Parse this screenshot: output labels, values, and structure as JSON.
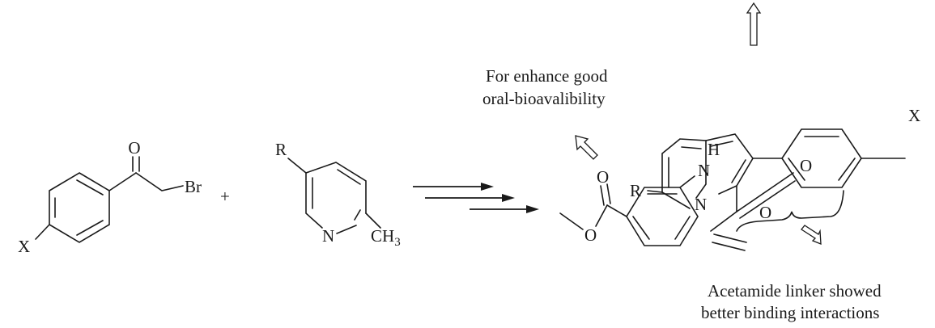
{
  "atoms": {
    "x_left": "X",
    "o_ketone": "O",
    "br": "Br",
    "plus": "+",
    "r_pyridine": "R",
    "n_pyridine": "N",
    "ch3": "CH",
    "ch3_sub": "3",
    "r_product": "R",
    "n_product": "N",
    "x_right": "X",
    "h_amide": "H",
    "n_amide": "N",
    "o_keto_top": "O",
    "o_keto_bottom": "O",
    "o_ester_carbonyl": "O",
    "o_ester_ether": "O"
  },
  "annotations": {
    "bioavailability_line1": "For enhance good",
    "bioavailability_line2": "oral-bioavalibility",
    "linker_line1": "Acetamide linker showed",
    "linker_line2": "better binding interactions"
  }
}
